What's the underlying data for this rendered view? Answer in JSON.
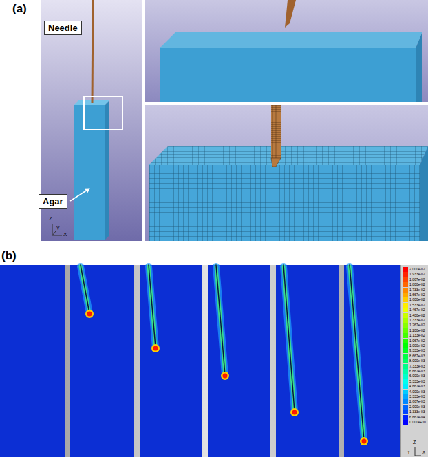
{
  "diagram": {
    "nodes": [
      {
        "text": [
          "Needle"
        ]
      },
      {
        "text": [
          "Agar"
        ]
      }
    ],
    "labels": [
      "(a)",
      "Z",
      "Y",
      "X",
      "(b)",
      "Z",
      "Y",
      "X"
    ],
    "legend": [
      {
        "text": "2.000e-02",
        "color": "#ff0000"
      },
      {
        "text": "1.933e-02",
        "color": "#ff2200"
      },
      {
        "text": "1.867e-02",
        "color": "#ff4400"
      },
      {
        "text": "1.800e-02",
        "color": "#ff6600"
      },
      {
        "text": "1.733e-02",
        "color": "#ff8800"
      },
      {
        "text": "1.667e-02",
        "color": "#ffaa00"
      },
      {
        "text": "1.600e-02",
        "color": "#ffcc00"
      },
      {
        "text": "1.533e-02",
        "color": "#ffee00"
      },
      {
        "text": "1.467e-02",
        "color": "#eeff00"
      },
      {
        "text": "1.400e-02",
        "color": "#ccff00"
      },
      {
        "text": "1.333e-02",
        "color": "#aaff00"
      },
      {
        "text": "1.267e-02",
        "color": "#88ff00"
      },
      {
        "text": "1.200e-02",
        "color": "#66ff00"
      },
      {
        "text": "1.133e-02",
        "color": "#44ff00"
      },
      {
        "text": "1.067e-02",
        "color": "#22ff00"
      },
      {
        "text": "1.000e-02",
        "color": "#00ff00"
      },
      {
        "text": "9.333e-03",
        "color": "#00ff22"
      },
      {
        "text": "8.667e-03",
        "color": "#00ff44"
      },
      {
        "text": "8.000e-03",
        "color": "#00ff66"
      },
      {
        "text": "7.333e-03",
        "color": "#00ff88"
      },
      {
        "text": "6.667e-03",
        "color": "#00ffaa"
      },
      {
        "text": "6.000e-03",
        "color": "#00ffcc"
      },
      {
        "text": "5.333e-03",
        "color": "#00ffee"
      },
      {
        "text": "4.667e-03",
        "color": "#00eeff"
      },
      {
        "text": "4.000e-03",
        "color": "#00ccff"
      },
      {
        "text": "3.333e-03",
        "color": "#00aaff"
      },
      {
        "text": "2.667e-03",
        "color": "#0088ff"
      },
      {
        "text": "2.000e-03",
        "color": "#0066ff"
      },
      {
        "text": "1.333e-03",
        "color": "#0044ff"
      },
      {
        "text": "6.667e-04",
        "color": "#0022ff"
      },
      {
        "text": "0.000e+00",
        "color": "#0000ff"
      }
    ]
  }
}
